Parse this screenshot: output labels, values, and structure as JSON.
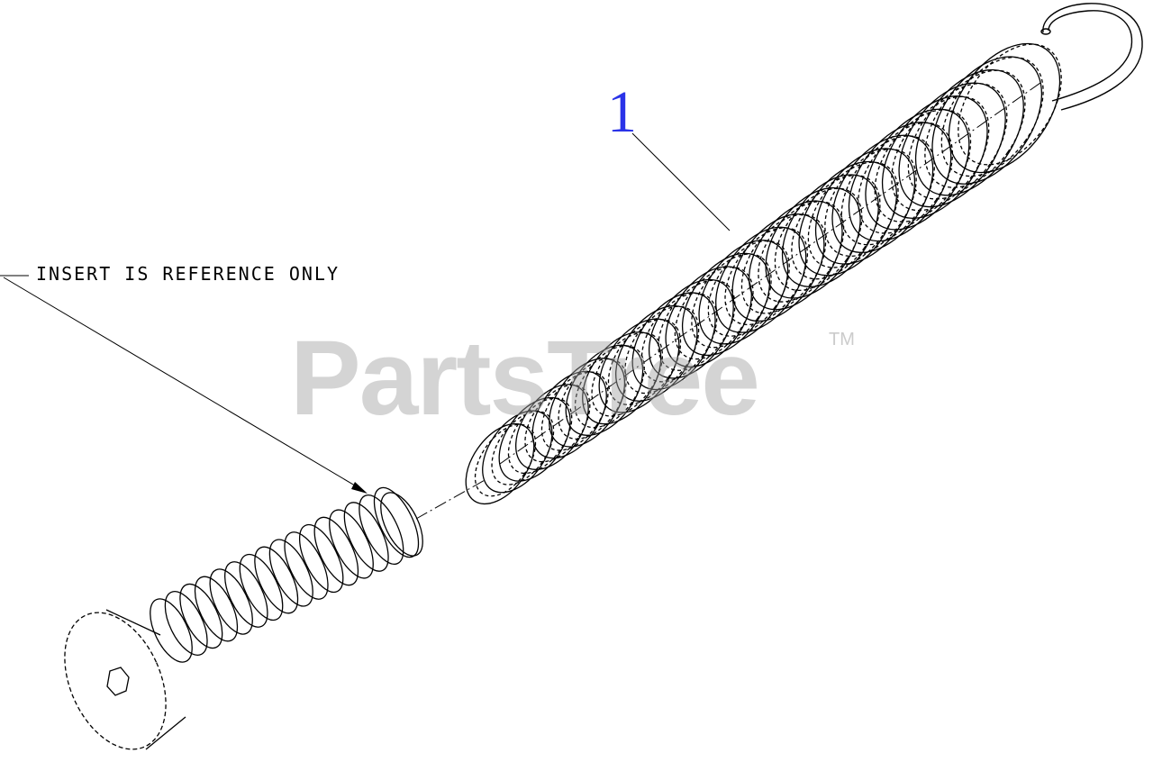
{
  "diagram": {
    "note_text": "INSERT IS REFERENCE ONLY",
    "callout_number": "1",
    "watermark_text": "PartsTree",
    "trademark": "TM",
    "callout_color": "#2a33e8",
    "line_color": "#000000",
    "watermark_color": "#a0a0a0"
  }
}
